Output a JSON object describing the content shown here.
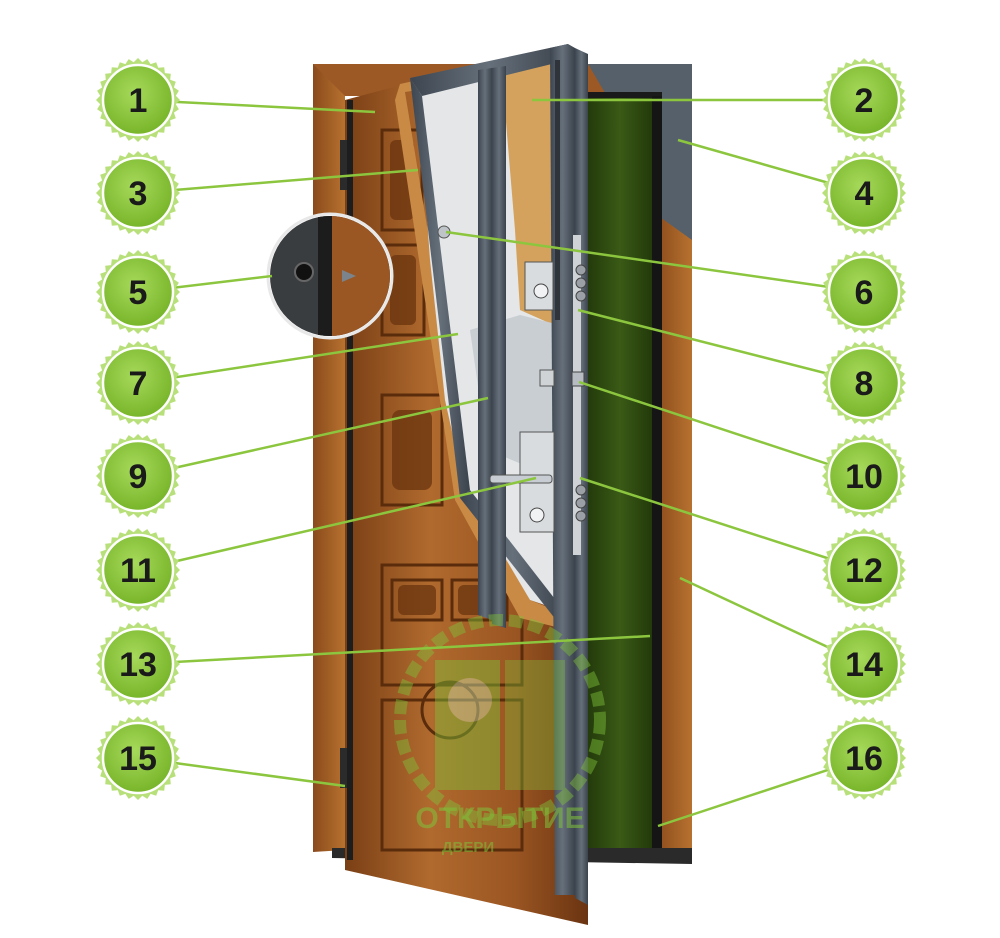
{
  "colors": {
    "badge_fill": "#8cc63f",
    "badge_ring": "#b8e07a",
    "badge_text": "#1a1a1a",
    "leader_line": "#8cc63f",
    "wood": "#a5622a",
    "wood_dark": "#6e3a14",
    "steel": "#4b5560",
    "insulation": "#e6e8ea",
    "mineral_wool": "#d9a760",
    "opening_glass": "#2f4a12"
  },
  "callouts": [
    {
      "id": "1",
      "label": "1"
    },
    {
      "id": "2",
      "label": "2"
    },
    {
      "id": "3",
      "label": "3"
    },
    {
      "id": "4",
      "label": "4"
    },
    {
      "id": "5",
      "label": "5"
    },
    {
      "id": "6",
      "label": "6"
    },
    {
      "id": "7",
      "label": "7"
    },
    {
      "id": "8",
      "label": "8"
    },
    {
      "id": "9",
      "label": "9"
    },
    {
      "id": "10",
      "label": "10"
    },
    {
      "id": "11",
      "label": "11"
    },
    {
      "id": "12",
      "label": "12"
    },
    {
      "id": "13",
      "label": "13"
    },
    {
      "id": "14",
      "label": "14"
    },
    {
      "id": "15",
      "label": "15"
    },
    {
      "id": "16",
      "label": "16"
    }
  ],
  "watermark": {
    "brand": "ОТКРЫТИЕ",
    "tagline": "ДВЕРИ",
    "icon": "door-logo-icon"
  }
}
